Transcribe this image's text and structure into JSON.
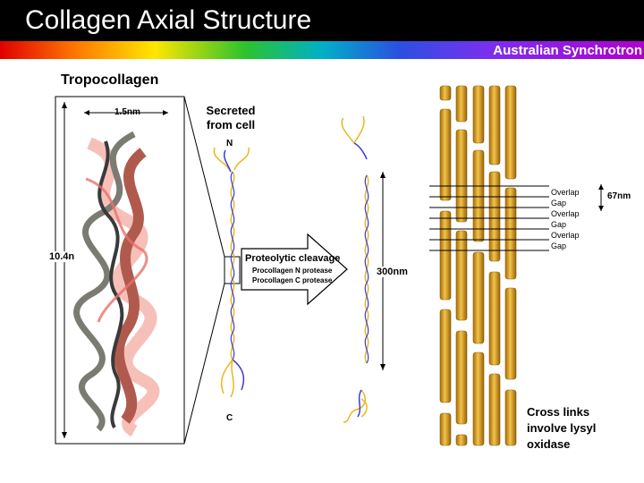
{
  "slide": {
    "title": "Collagen Axial Structure",
    "brand": "Australian Synchrotron"
  },
  "left_panel": {
    "heading": "Tropocollagen",
    "width_label": "1.5nm",
    "height_label": "10.4n"
  },
  "middle_panel": {
    "secreted_label": "Secreted from cell",
    "n_label": "N",
    "c_label": "C",
    "arrow_title": "Proteolytic cleavage",
    "arrow_line1": "Procollagen N protease",
    "arrow_line2": "Procollagen C protease",
    "length_label": "300nm"
  },
  "right_panel": {
    "bands": [
      "Overlap",
      "Gap",
      "Overlap",
      "Gap",
      "Overlap",
      "Gap"
    ],
    "period_label": "67nm",
    "crosslink_label": "Cross links involve lysyl oxidase"
  },
  "colors": {
    "fibril": "#d99a1e",
    "strand_yellow": "#e8b820",
    "strand_blue": "#3a3ad8",
    "strand_red": "#d04a3a"
  }
}
